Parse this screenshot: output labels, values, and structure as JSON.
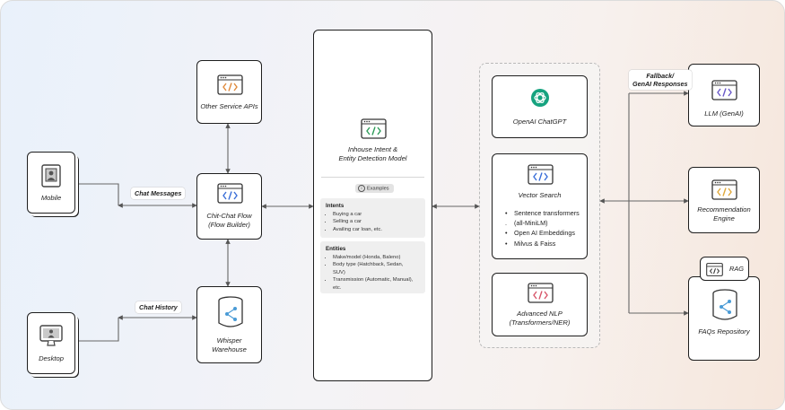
{
  "nodes": {
    "mobile": {
      "label": "Mobile",
      "icon": "person-icon"
    },
    "desktop": {
      "label": "Desktop",
      "icon": "monitor-icon"
    },
    "other_apis": {
      "label": "Other Service APIs",
      "icon": "code-window-icon"
    },
    "flow": {
      "label_line1": "Chit-Chat Flow",
      "label_line2": "(Flow Builder)",
      "icon": "code-window-icon"
    },
    "warehouse": {
      "label_line1": "Whisper",
      "label_line2": "Warehouse",
      "icon": "database-icon"
    },
    "intent": {
      "label_line1": "Inhouse Intent &",
      "label_line2": "Entity Detection Model",
      "examples_badge": "Examples",
      "intents_title": "Intents",
      "intents": [
        "Buying a car",
        "Selling a car",
        "Availing car loan, etc."
      ],
      "entities_title": "Entities",
      "entities": [
        "Make/model (Honda, Baleno)",
        "Body type (Hatchback, Sedan, SUV)",
        "Transmission (Automatic, Manual), etc."
      ]
    },
    "chatgpt": {
      "label": "OpenAI ChatGPT",
      "icon": "openai-icon"
    },
    "vector": {
      "label": "Vector Search",
      "icon": "code-window-icon",
      "bullets": [
        {
          "marker": "•",
          "text": "Sentence transformers"
        },
        {
          "marker": ".",
          "text": "(all-MiniLM)"
        },
        {
          "marker": "•",
          "text": "Open AI Embeddings"
        },
        {
          "marker": "•",
          "text": "Milvus & Faiss"
        }
      ]
    },
    "nlp": {
      "label_line1": "Advanced NLP",
      "label_line2": "(Transformers/NER)",
      "icon": "code-window-icon"
    },
    "llm": {
      "label": "LLM (GenAI)",
      "icon": "code-window-icon"
    },
    "reco": {
      "label_line1": "Recommendation",
      "label_line2": "Engine",
      "icon": "code-window-icon"
    },
    "rag": {
      "label": "RAG",
      "icon": "code-window-icon"
    },
    "faq": {
      "label": "FAQs Repository",
      "icon": "database-icon"
    }
  },
  "edges": {
    "chat_messages": "Chat Messages",
    "chat_history": "Chat History",
    "fallback_line1": "Fallback/",
    "fallback_line2": "GenAI Responses"
  },
  "icon_colors": {
    "orange": "#e08a3c",
    "green": "#2e9c5a",
    "blue": "#3b6fd8",
    "red": "#d8576b",
    "purple": "#6a59c9",
    "yellow": "#e0a93c"
  }
}
